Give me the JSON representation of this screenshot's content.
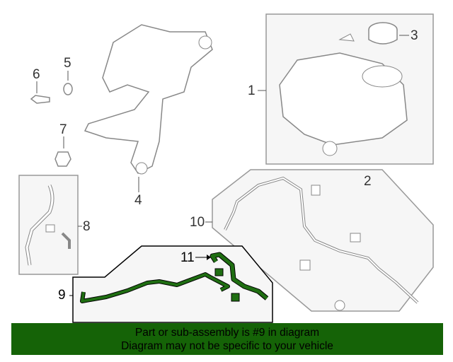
{
  "callouts": {
    "c1": "1",
    "c2": "2",
    "c3": "3",
    "c4": "4",
    "c5": "5",
    "c6": "6",
    "c7": "7",
    "c8": "8",
    "c9": "9",
    "c10": "10",
    "c11": "11"
  },
  "highlight_part": "9",
  "colors": {
    "highlight": "#156307",
    "outline": "#999999",
    "part_fill": "#1f6e12"
  },
  "banner": {
    "line1": "Part or sub-assembly is #9 in diagram",
    "line2": "Diagram may not be specific to your vehicle"
  }
}
